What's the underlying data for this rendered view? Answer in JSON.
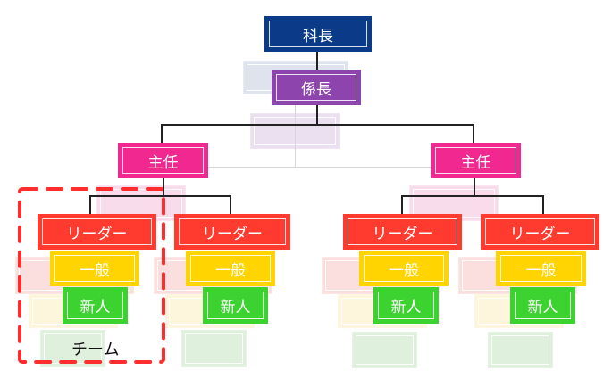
{
  "colors": {
    "kacho": "#0b3a88",
    "kakaricho": "#8e44ad",
    "shunin": "#f0288f",
    "leader": "#ff3b30",
    "ippan": "#ffd400",
    "shinjin": "#3cd22f",
    "team_outline": "#ff2d2d"
  },
  "chart": {
    "kacho": "科長",
    "kakaricho": "係長",
    "shunin": [
      {
        "label": "主任"
      },
      {
        "label": "主任"
      }
    ],
    "teams": [
      {
        "leader": "リーダー",
        "general": "一般",
        "newcomer": "新人"
      },
      {
        "leader": "リーダー",
        "general": "一般",
        "newcomer": "新人"
      },
      {
        "leader": "リーダー",
        "general": "一般",
        "newcomer": "新人"
      },
      {
        "leader": "リーダー",
        "general": "一般",
        "newcomer": "新人"
      }
    ],
    "team_annotation": "チーム"
  }
}
